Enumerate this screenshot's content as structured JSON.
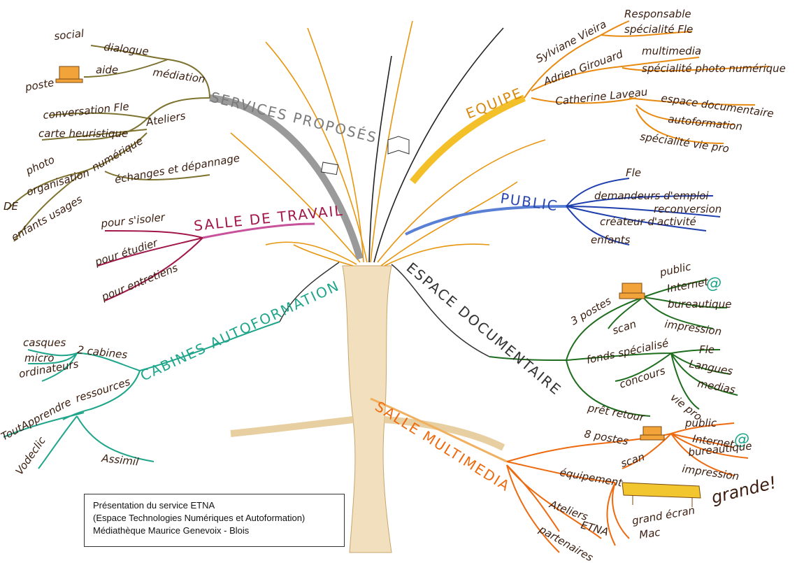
{
  "branches": {
    "services": "SERVICES PROPOSÉS",
    "equipe": "EQUIPE",
    "public": "PUBLIC",
    "salle_travail": "SALLE DE TRAVAIL",
    "espace_doc": "ESPACE DOCUMENTAIRE",
    "cabines": "CABINES AUTOFORMATION",
    "salle_multi": "SALLE MULTIMEDIA"
  },
  "services": {
    "mediation": "médiation",
    "social": "social",
    "dialogue": "dialogue",
    "aide": "aide",
    "poste": "poste",
    "ateliers": "Ateliers",
    "conversation": "conversation Fle",
    "carte": "carte heuristique",
    "numerique": "numérique",
    "photo": "photo",
    "organisation": "organisation",
    "de": "DE",
    "enfants_usages": "enfants usages",
    "echanges": "échanges et dépannage"
  },
  "equipe": {
    "sylviane": "Sylviane Vieira",
    "responsable": "Responsable",
    "specialite_fle": "spécialité Fle",
    "adrien": "Adrien Girouard",
    "multimedia": "multimedia",
    "photo_num": "spécialité photo numérique",
    "catherine": "Catherine Laveau",
    "espace_doc": "espace documentaire",
    "autoformation": "autoformation",
    "vie_pro": "spécialité vie pro"
  },
  "public": {
    "fle": "Fle",
    "demandeurs": "demandeurs d'emploi",
    "reconversion": "reconversion",
    "createur": "créateur d'activité",
    "enfants": "enfants"
  },
  "salle_travail": {
    "isoler": "pour s'isoler",
    "etudier": "pour étudier",
    "entretiens": "pour entretiens"
  },
  "espace_doc": {
    "postes": "3 postes",
    "public": "public",
    "internet": "Internet",
    "at": "@",
    "bureautique": "bureautique",
    "scan": "scan",
    "impression": "impression",
    "fonds": "fonds spécialisé",
    "fle": "Fle",
    "langues": "Langues",
    "concours": "concours",
    "medias": "medias",
    "vie_pro": "vie pro",
    "pret": "prêt retour"
  },
  "cabines": {
    "deux": "2 cabines",
    "casques": "casques",
    "micro": "micro",
    "ordinateurs": "ordinateurs",
    "ressources": "ressources",
    "toutapprendre": "ToutApprendre",
    "vodeclic": "Vodeclic",
    "assimil": "Assimil"
  },
  "salle_multi": {
    "postes": "8 postes",
    "public": "public",
    "internet": "Internet",
    "at": "@",
    "bureautique": "bureautique",
    "scan": "scan",
    "impression": "impression",
    "equipement": "équipement",
    "grande": "grande!",
    "grand_ecran": "grand écran",
    "mac": "Mac",
    "ateliers": "Ateliers",
    "etna": "ETNA",
    "partenaires": "partenaires"
  },
  "caption": {
    "line1": "Présentation du service ETNA",
    "line2": "(Espace Technologies Numériques et Autoformation)",
    "line3": "Médiathèque Maurice Genevoix - Blois"
  },
  "colors": {
    "services": "#8a7a2a",
    "equipe": "#e88a10",
    "public": "#1f3fae",
    "salle_travail": "#a1174a",
    "espace_doc": "#1f6e1f",
    "cabines": "#1fa58a",
    "salle_multi": "#ee6a0f",
    "trunk": "#e6c89a"
  }
}
